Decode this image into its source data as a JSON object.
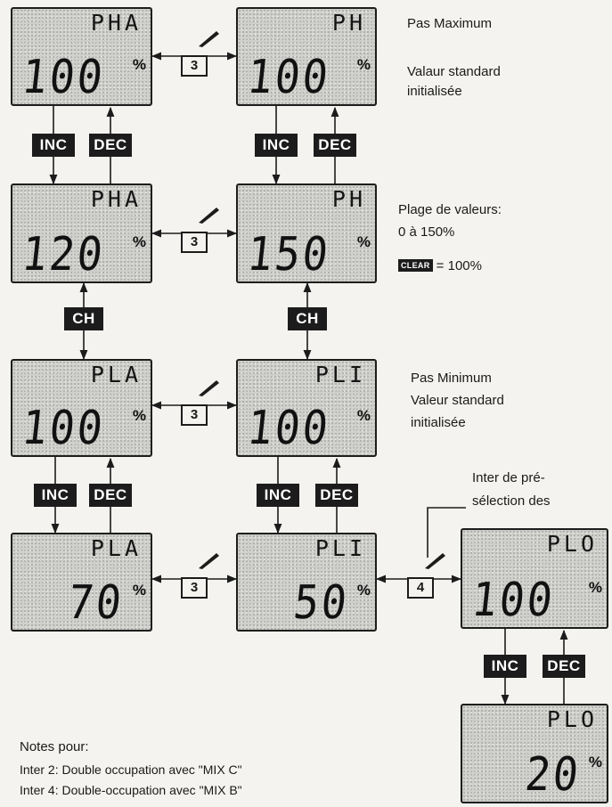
{
  "displays": {
    "pha_top": {
      "mode": "PHA",
      "value": "100",
      "unit": "%"
    },
    "ph_top": {
      "mode": "PH",
      "value": "100",
      "unit": "%"
    },
    "pha_mid": {
      "mode": "PHA",
      "value": "120",
      "unit": "%"
    },
    "ph_mid": {
      "mode": "PH",
      "value": "150",
      "unit": "%"
    },
    "pla_mid": {
      "mode": "PLA",
      "value": "100",
      "unit": "%"
    },
    "pli_mid": {
      "mode": "PLI",
      "value": "100",
      "unit": "%"
    },
    "pla_bot": {
      "mode": "PLA",
      "value": "70",
      "unit": "%"
    },
    "pli_bot": {
      "mode": "PLI",
      "value": "50",
      "unit": "%"
    },
    "plo_top": {
      "mode": "PLO",
      "value": "100",
      "unit": "%"
    },
    "plo_bot": {
      "mode": "PLO",
      "value": "20",
      "unit": "%"
    }
  },
  "tags": {
    "inc": "INC",
    "dec": "DEC",
    "ch": "CH",
    "clear": "CLEAR"
  },
  "switches": {
    "three": "3",
    "four": "4"
  },
  "annotations": {
    "pas_maximum": "Pas Maximum",
    "valeur_standard_line1": "Valaur standard",
    "valeur_standard_line2": "initialisée",
    "plage_line1": "Plage de valeurs:",
    "plage_line2": "0 à 150%",
    "clear_value": "= 100%",
    "pas_minimum": "Pas Minimum",
    "valeur_standard2_line1": "Valeur standard",
    "valeur_standard2_line2": "initialisée",
    "inter_line1": "Inter de pré-",
    "inter_line2": "sélection des"
  },
  "notes": {
    "title": "Notes pour:",
    "line1": "Inter 2: Double occupation avec \"MIX C\"",
    "line2": "Inter 4: Double-occupation avec \"MIX B\""
  },
  "colors": {
    "ink": "#1c1c1c",
    "lcd": "#cfcfcb",
    "paper": "#f4f3ef"
  }
}
